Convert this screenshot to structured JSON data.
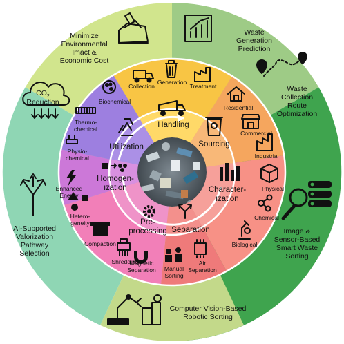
{
  "colors": {
    "outer": [
      "#d1e58d",
      "#9ecb86",
      "#3fa44e",
      "#c3d98a",
      "#8fd6b4",
      "#8fd6b4"
    ],
    "mid": [
      "#f8c544",
      "#f5a65e",
      "#f79186",
      "#f27fb8",
      "#9d7fe0"
    ],
    "inner": [
      "#ffd968",
      "#f8b878",
      "#f6a09a",
      "#ef93c8",
      "#ab90e6"
    ],
    "center_ring": "#ffffff",
    "arrow": "#ffffff"
  },
  "outer_ring": [
    {
      "id": "impact",
      "label": [
        "Minimize",
        "Environmental",
        "Imact &",
        "Economic Cost"
      ],
      "icon": "landfill-icon"
    },
    {
      "id": "prediction",
      "label": [
        "Waste",
        "Generation",
        "Prediction"
      ],
      "icon": "bar-chart-icon"
    },
    {
      "id": "route",
      "label": [
        "Waste",
        "Collection",
        "Route",
        "Optimization"
      ],
      "icon": "route-icon"
    },
    {
      "id": "sorting",
      "label": [
        "Image &",
        "Sensor-Based",
        "Smart Waste",
        "Sorting"
      ],
      "icon": "magnifier-icon"
    },
    {
      "id": "robotic",
      "label": [
        "Computer Vision-Based",
        "Robotic Sorting"
      ],
      "icon": "robot-arm-icon"
    },
    {
      "id": "valorization",
      "label": [
        "AI-Supported",
        "Valorization",
        "Pathway",
        "Selection"
      ],
      "icon": "branching-arrows-icon"
    },
    {
      "id": "co2",
      "label": [
        "Reduction"
      ],
      "co2_top": "CO",
      "co2_sub": "2",
      "icon": "cloud-icon"
    }
  ],
  "middle_ring": [
    {
      "id": "collection",
      "label": [
        "Collection"
      ],
      "icon": "truck-icon"
    },
    {
      "id": "generation",
      "label": [
        "Generation"
      ],
      "icon": "bin-icon"
    },
    {
      "id": "treatment",
      "label": [
        "Treatment"
      ],
      "icon": "factory-icon"
    },
    {
      "id": "residential",
      "label": [
        "Residential"
      ],
      "icon": "house-icon"
    },
    {
      "id": "commercial",
      "label": [
        "Commercial"
      ],
      "icon": "shop-icon"
    },
    {
      "id": "industrial",
      "label": [
        "Industrial"
      ],
      "icon": "industry-icon"
    },
    {
      "id": "physical",
      "label": [
        "Physical"
      ],
      "icon": "cube-icon"
    },
    {
      "id": "chemical",
      "label": [
        "Chemical"
      ],
      "icon": "molecule-icon"
    },
    {
      "id": "biological",
      "label": [
        "Biological"
      ],
      "icon": "microscope-icon"
    },
    {
      "id": "air-separation",
      "label": [
        "Air",
        "Separation"
      ],
      "icon": "chip-icon"
    },
    {
      "id": "manual-sorting",
      "label": [
        "Manual",
        "Sorting"
      ],
      "icon": "workers-icon"
    },
    {
      "id": "magnetic-separation",
      "label": [
        "Magnetic",
        "Separation"
      ],
      "icon": "magnet-icon"
    },
    {
      "id": "shredding",
      "label": [
        "Shredding"
      ],
      "icon": "shredder-icon"
    },
    {
      "id": "compaction",
      "label": [
        "Compaction"
      ],
      "icon": "box-icon"
    },
    {
      "id": "heterogeneity",
      "label": [
        "Hetero-",
        "geneity"
      ],
      "icon": "shapes-icon"
    },
    {
      "id": "enhanced-energy",
      "label": [
        "Enhanced",
        "Energy"
      ],
      "icon": "bolt-icon"
    },
    {
      "id": "physio-chemical",
      "label": [
        "Physio-",
        "chemical"
      ],
      "icon": "flask-icon"
    },
    {
      "id": "thermo-chemical",
      "label": [
        "Thermo-",
        "chemical"
      ],
      "icon": "heater-icon"
    },
    {
      "id": "biochemical",
      "label": [
        "Biochemical"
      ],
      "icon": "microbe-icon"
    }
  ],
  "inner_ring": [
    {
      "id": "handling",
      "label": [
        "Handling"
      ],
      "icon": "dump-truck-icon"
    },
    {
      "id": "sourcing",
      "label": [
        "Sourcing"
      ],
      "icon": "bin-sourcing-icon"
    },
    {
      "id": "characterization",
      "label": [
        "Character-",
        "ization"
      ],
      "icon": "bars-icon"
    },
    {
      "id": "separation",
      "label": [
        "Separation"
      ],
      "icon": "split-arrow-icon"
    },
    {
      "id": "preprocessing",
      "label": [
        "Pre-",
        "processing"
      ],
      "icon": "gear-icon"
    },
    {
      "id": "homogenization",
      "label": [
        "Homogen-",
        "ization"
      ],
      "icon": "mixing-icon"
    },
    {
      "id": "utilization",
      "label": [
        "Utilization"
      ],
      "icon": "recycle-icon"
    }
  ],
  "center": {
    "image": "waste-pile-photo"
  }
}
